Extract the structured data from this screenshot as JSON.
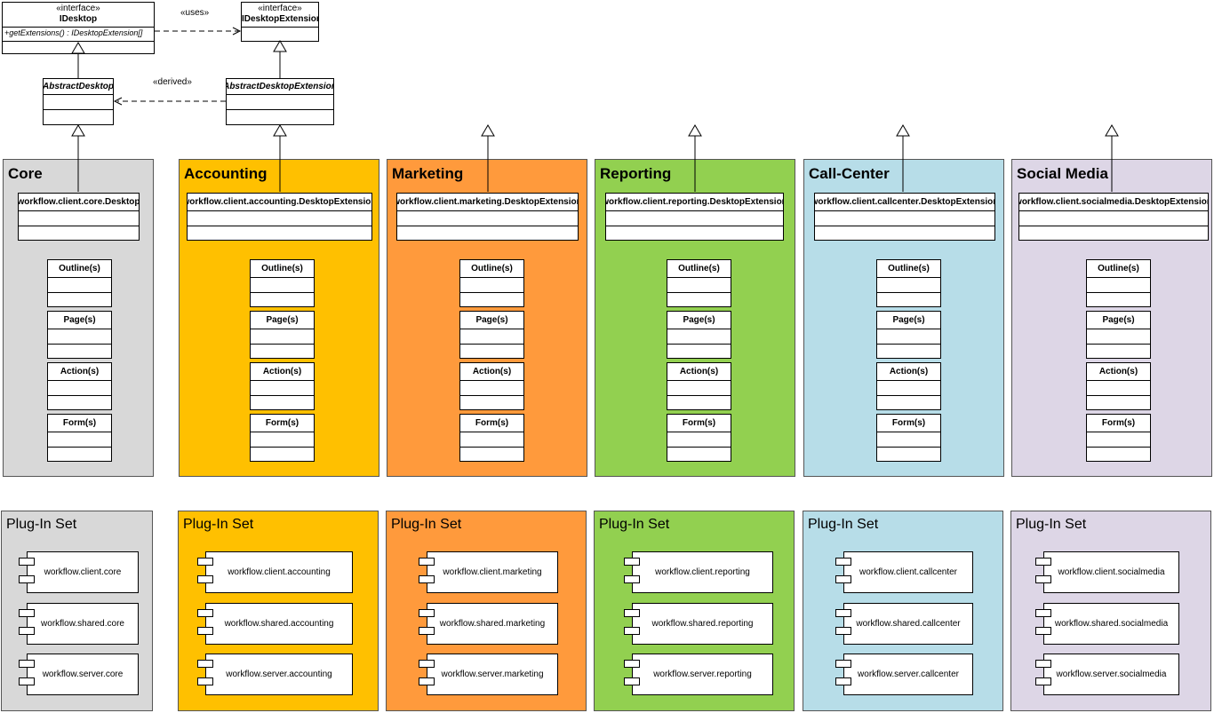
{
  "colors": {
    "core": "#d8d8d8",
    "accounting": "#ffc000",
    "marketing": "#ff9a3c",
    "reporting": "#92d050",
    "callcenter": "#b7dde8",
    "socialmedia": "#ddd6e6"
  },
  "interfaces": {
    "idesktop": {
      "stereotype": "«interface»",
      "name": "IDesktop",
      "operation": "+getExtensions() : IDesktopExtension[]"
    },
    "idesktop_extension": {
      "stereotype": "«interface»",
      "name": "IDesktopExtension"
    }
  },
  "abstract_classes": {
    "abstract_desktop": "AbstractDesktop",
    "abstract_desktop_extension": "AbstractDesktopExtension"
  },
  "relations": {
    "uses": "«uses»",
    "derived": "«derived»"
  },
  "element_boxes": [
    "Outline(s)",
    "Page(s)",
    "Action(s)",
    "Form(s)"
  ],
  "plugin_set_title": "Plug-In Set",
  "modules": [
    {
      "key": "core",
      "title": "Core",
      "class_name": "workflow.client.core.Desktop",
      "plugins": [
        "workflow.client.core",
        "workflow.shared.core",
        "workflow.server.core"
      ]
    },
    {
      "key": "accounting",
      "title": "Accounting",
      "class_name": "workflow.client.accounting.DesktopExtension",
      "plugins": [
        "workflow.client.accounting",
        "workflow.shared.accounting",
        "workflow.server.accounting"
      ]
    },
    {
      "key": "marketing",
      "title": "Marketing",
      "class_name": "workflow.client.marketing.DesktopExtension",
      "plugins": [
        "workflow.client.marketing",
        "workflow.shared.marketing",
        "workflow.server.marketing"
      ]
    },
    {
      "key": "reporting",
      "title": "Reporting",
      "class_name": "workflow.client.reporting.DesktopExtension",
      "plugins": [
        "workflow.client.reporting",
        "workflow.shared.reporting",
        "workflow.server.reporting"
      ]
    },
    {
      "key": "callcenter",
      "title": "Call-Center",
      "class_name": "workflow.client.callcenter.DesktopExtension",
      "plugins": [
        "workflow.client.callcenter",
        "workflow.shared.callcenter",
        "workflow.server.callcenter"
      ]
    },
    {
      "key": "socialmedia",
      "title": "Social Media",
      "class_name": "workflow.client.socialmedia.DesktopExtension",
      "plugins": [
        "workflow.client.socialmedia",
        "workflow.shared.socialmedia",
        "workflow.server.socialmedia"
      ]
    }
  ]
}
